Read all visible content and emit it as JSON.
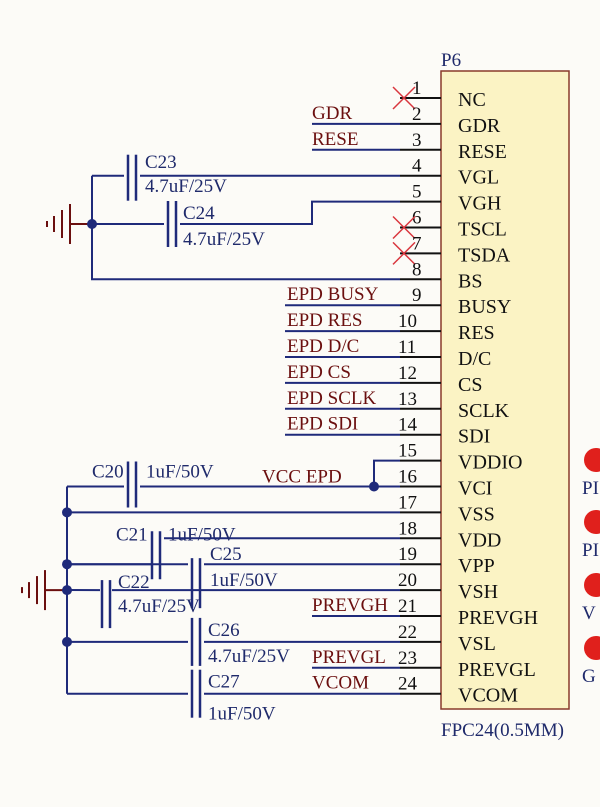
{
  "colors": {
    "wire": "#1f2a7a",
    "pin": "#111111",
    "net_label": "#6b0f0f",
    "body_fill": "#fbf3c4",
    "body_stroke": "#8a3b2a",
    "no_connect": "#d9363e",
    "ground": "#6b0f0f",
    "probe": "#e0201c",
    "junction": "#1f2a7a"
  },
  "connector": {
    "designator": "P6",
    "part": "FPC24(0.5MM)",
    "pins": [
      {
        "num": "1",
        "name": "NC",
        "net": "",
        "no_connect": true
      },
      {
        "num": "2",
        "name": "GDR",
        "net": "GDR",
        "no_connect": false
      },
      {
        "num": "3",
        "name": "RESE",
        "net": "RESE",
        "no_connect": false
      },
      {
        "num": "4",
        "name": "VGL",
        "net": "",
        "no_connect": false
      },
      {
        "num": "5",
        "name": "VGH",
        "net": "",
        "no_connect": false
      },
      {
        "num": "6",
        "name": "TSCL",
        "net": "",
        "no_connect": true
      },
      {
        "num": "7",
        "name": "TSDA",
        "net": "",
        "no_connect": true
      },
      {
        "num": "8",
        "name": "BS",
        "net": "",
        "no_connect": false
      },
      {
        "num": "9",
        "name": "BUSY",
        "net": "EPD_BUSY",
        "no_connect": false
      },
      {
        "num": "10",
        "name": "RES",
        "net": "EPD_RES",
        "no_connect": false
      },
      {
        "num": "11",
        "name": "D/C",
        "net": "EPD_D/C",
        "no_connect": false
      },
      {
        "num": "12",
        "name": "CS",
        "net": "EPD_CS",
        "no_connect": false
      },
      {
        "num": "13",
        "name": "SCLK",
        "net": "EPD_SCLK",
        "no_connect": false
      },
      {
        "num": "14",
        "name": "SDI",
        "net": "EPD_SDI",
        "no_connect": false
      },
      {
        "num": "15",
        "name": "VDDIO",
        "net": "",
        "no_connect": false
      },
      {
        "num": "16",
        "name": "VCI",
        "net": "VCC_EPD",
        "no_connect": false
      },
      {
        "num": "17",
        "name": "VSS",
        "net": "",
        "no_connect": false
      },
      {
        "num": "18",
        "name": "VDD",
        "net": "",
        "no_connect": false
      },
      {
        "num": "19",
        "name": "VPP",
        "net": "",
        "no_connect": false
      },
      {
        "num": "20",
        "name": "VSH",
        "net": "",
        "no_connect": false
      },
      {
        "num": "21",
        "name": "PREVGH",
        "net": "PREVGH",
        "no_connect": false
      },
      {
        "num": "22",
        "name": "VSL",
        "net": "",
        "no_connect": false
      },
      {
        "num": "23",
        "name": "PREVGL",
        "net": "PREVGL",
        "no_connect": false
      },
      {
        "num": "24",
        "name": "VCOM",
        "net": "VCOM",
        "no_connect": false
      }
    ]
  },
  "net_labels": {
    "gdr": "GDR",
    "rese": "RESE",
    "epd_busy": "EPD_BUSY",
    "epd_res": "EPD_RES",
    "epd_dc": "EPD_D/C",
    "epd_cs": "EPD_CS",
    "epd_sclk": "EPD_SCLK",
    "epd_sdi": "EPD_SDI",
    "vcc_epd": "VCC_EPD",
    "prevgh": "PREVGH",
    "prevgl": "PREVGL",
    "vcom": "VCOM"
  },
  "capacitors": [
    {
      "ref": "C23",
      "value": "4.7uF/25V"
    },
    {
      "ref": "C24",
      "value": "4.7uF/25V"
    },
    {
      "ref": "C20",
      "value": "1uF/50V"
    },
    {
      "ref": "C21",
      "value": "1uF/50V"
    },
    {
      "ref": "C25",
      "value": "1uF/50V"
    },
    {
      "ref": "C22",
      "value": "4.7uF/25V"
    },
    {
      "ref": "C26",
      "value": "4.7uF/25V"
    },
    {
      "ref": "C27",
      "value": "1uF/50V"
    }
  ],
  "test_points": [
    {
      "label": "PI"
    },
    {
      "label": "PI"
    },
    {
      "label": "V"
    },
    {
      "label": "G"
    }
  ]
}
